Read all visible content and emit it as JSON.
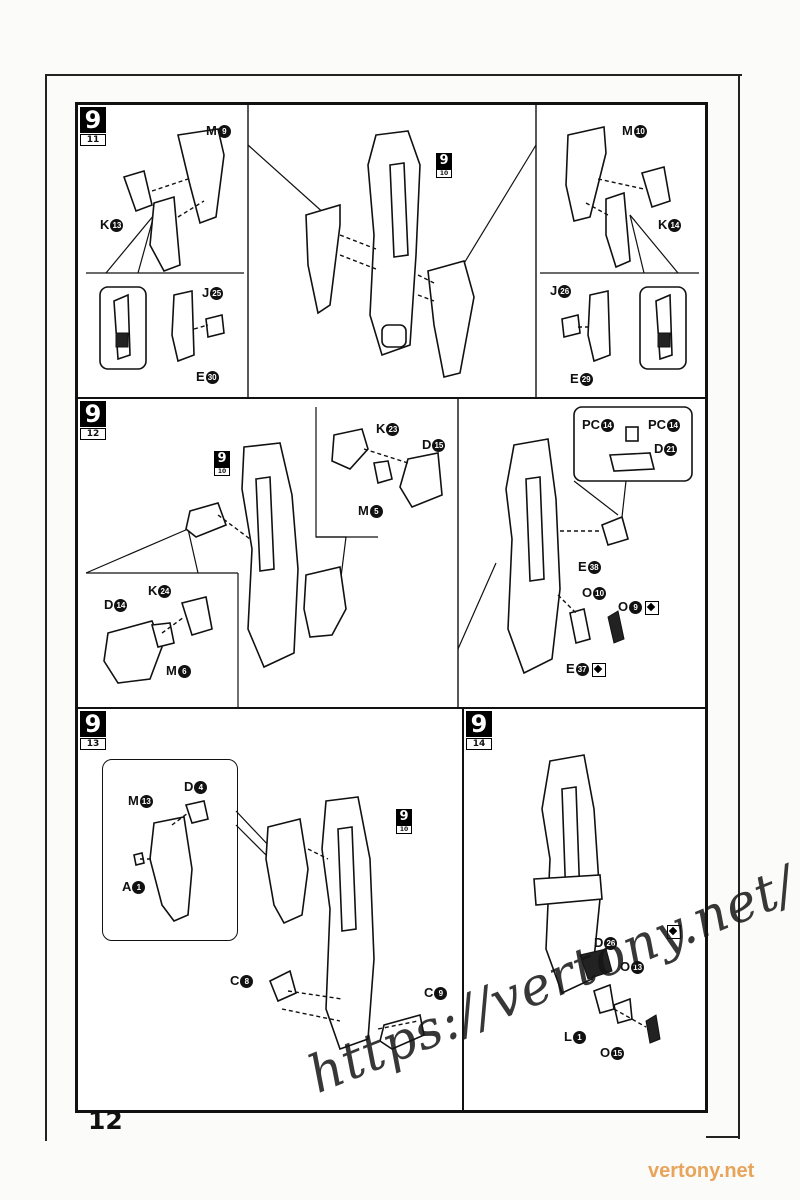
{
  "page_number": "12",
  "watermark": "https://vertony.net/",
  "watermark_corner": "vertony.net",
  "panels": [
    {
      "step": "9",
      "sub": "11",
      "labels": {
        "m_top": "M",
        "m_top_n": "9",
        "k_left": "K",
        "k_left_n": "13",
        "j_left": "J",
        "j_left_n": "25",
        "e_left": "E",
        "e_left_n": "30",
        "m_right": "M",
        "m_right_n": "10",
        "k_right": "K",
        "k_right_n": "14",
        "j_right": "J",
        "j_right_n": "26",
        "e_right": "E",
        "e_right_n": "29"
      },
      "ref_step": "9",
      "ref_sub": "10"
    },
    {
      "step": "9",
      "sub": "12",
      "labels": {
        "k_top": "K",
        "k_top_n": "23",
        "d_top": "D",
        "d_top_n": "15",
        "m_top": "M",
        "m_top_n": "5",
        "d_left": "D",
        "d_left_n": "14",
        "k_left": "K",
        "k_left_n": "24",
        "m_left": "M",
        "m_left_n": "6",
        "pc_left": "PC",
        "pc_left_n": "14",
        "pc_right": "PC",
        "pc_right_n": "14",
        "d_right": "D",
        "d_right_n": "21",
        "e_a": "E",
        "e_a_n": "38",
        "o_a": "O",
        "o_a_n": "10",
        "o_b": "O",
        "o_b_n": "9",
        "e_b": "E",
        "e_b_n": "37"
      },
      "ref_step": "9",
      "ref_sub": "10"
    },
    {
      "step": "9",
      "sub": "13",
      "labels": {
        "d": "D",
        "d_n": "4",
        "m": "M",
        "m_n": "13",
        "a": "A",
        "a_n": "1",
        "c_left": "C",
        "c_left_n": "8",
        "c_right": "C",
        "c_right_n": "9"
      },
      "ref_step": "9",
      "ref_sub": "10"
    },
    {
      "step": "9",
      "sub": "14",
      "labels": {
        "d": "D",
        "d_n": "26",
        "o_a": "O",
        "o_a_n": "13",
        "l": "L",
        "l_n": "1",
        "o_b": "O",
        "o_b_n": "15"
      }
    }
  ]
}
